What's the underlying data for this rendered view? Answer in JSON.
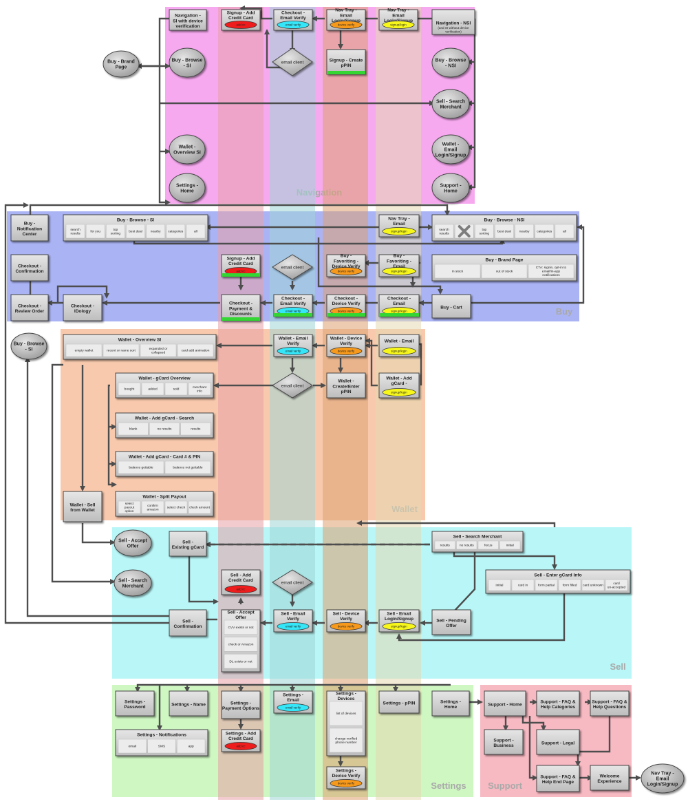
{
  "sections": [
    {
      "id": "nav",
      "label": "Navigation",
      "color": "#f7a9f0"
    },
    {
      "id": "buy",
      "label": "Buy",
      "color": "#aab4f5"
    },
    {
      "id": "wallet",
      "label": "Wallet",
      "color": "#f8c9ad"
    },
    {
      "id": "sell",
      "label": "Sell",
      "color": "#b8f6f7"
    },
    {
      "id": "settings",
      "label": "Settings",
      "color": "#cff7c2"
    },
    {
      "id": "support",
      "label": "Support",
      "color": "#f7b9c2"
    }
  ],
  "columns": [
    "#e7a0a8",
    "#9fd6d6",
    "#dca06f",
    "#e6d9b0"
  ],
  "badges": {
    "green": "#33d633",
    "red": "#ee1c1c",
    "cyan": "#34e6f7",
    "orange": "#f79a1c",
    "yellow": "#f7f71c"
  },
  "nodes": {
    "n_nav_si": {
      "title": "Navigation - SI with device verification",
      "sub": "",
      "badge": ""
    },
    "n_signup_cc": {
      "title": "Signup - Add Credit Card",
      "badge": "red",
      "badge_text": "add cc"
    },
    "n_checkout_ev": {
      "title": "Checkout - Email Verify",
      "badge": "cyan",
      "badge_text": "email verify"
    },
    "n_navtray_ls": {
      "title": "Nav Tray - Email Login/Signup",
      "badge": "orange",
      "badge_text": "device verify"
    },
    "n_navtray_ls2": {
      "title": "Nav Tray - Email Login/Signup",
      "badge": "yellow",
      "badge_text": "signup/login"
    },
    "n_nav_nsi": {
      "title": "Navigation - NSI",
      "sub": "(and SI without device verification)"
    },
    "n_signup_pin": {
      "title": "Signup - Create pPIN"
    },
    "email_client_1": {
      "title": "email client"
    },
    "o_buy_brand": {
      "title": "Buy - Brand Page"
    },
    "o_buy_browse_si": {
      "title": "Buy - Browse - SI"
    },
    "o_buy_browse_nsi": {
      "title": "Buy - Browse - NSI"
    },
    "o_sell_search": {
      "title": "Sell - Search Merchant"
    },
    "o_wallet_ov": {
      "title": "Wallet - Overview SI"
    },
    "o_wallet_email": {
      "title": "Wallet - Email Login/Signup"
    },
    "o_settings_home": {
      "title": "Settings - Home"
    },
    "o_support_home": {
      "title": "Support - Home"
    },
    "b_notif": {
      "title": "Buy - Notification Center"
    },
    "b_browse_si": {
      "title": "Buy - Browse - SI",
      "cells": [
        "search results",
        "for you",
        "top sorting",
        "best deal",
        "nearby",
        "categories",
        "all"
      ]
    },
    "b_navtray": {
      "title": "Nav Tray - Email",
      "badge": "yellow",
      "badge_text": "signup/login"
    },
    "b_browse_nsi": {
      "title": "Buy - Browse - NSI",
      "cells": [
        "search results",
        "",
        "top sorting",
        "best deal",
        "nearby",
        "categories",
        "all"
      ]
    },
    "b_conf": {
      "title": "Checkout - Confirmation"
    },
    "b_signup_cc": {
      "title": "Signup - Add Credit Card",
      "badge": "red",
      "badge_text": "add cc"
    },
    "email_client_2": {
      "title": "email client"
    },
    "b_fav_dv": {
      "title": "Buy - Favoriting - Device Verify",
      "badge": "orange",
      "badge_text": "device verify"
    },
    "b_fav_email": {
      "title": "Buy - Favoriting - Email",
      "badge": "yellow",
      "badge_text": "signup/login"
    },
    "b_brand": {
      "title": "Buy - Brand Page",
      "cells": [
        "in stock",
        "out of stock",
        "CTA: signin, opt-in to email/in-app notifications"
      ]
    },
    "b_review": {
      "title": "Checkout - Review Order"
    },
    "b_idology": {
      "title": "Checkout - IDology"
    },
    "b_payment": {
      "title": "Checkout - Payment & Discounts"
    },
    "b_email_verify": {
      "title": "Checkout - Email Verify",
      "badge": "cyan",
      "badge_text": "email verify"
    },
    "b_device_verify": {
      "title": "Checkout - Device Verify",
      "badge": "orange",
      "badge_text": "device verify"
    },
    "b_checkout_email": {
      "title": "Checkout - Email",
      "badge": "yellow",
      "badge_text": "signup/login"
    },
    "b_cart": {
      "title": "Buy - Cart"
    },
    "o_buy_browse_si2": {
      "title": "Buy - Browse - SI"
    },
    "w_overview": {
      "title": "Wallet - Overview SI",
      "cells": [
        "empty wallet",
        "recent or name sort",
        "expanded or collapsed",
        "card add animation"
      ]
    },
    "w_email_verify": {
      "title": "Wallet - Email Verify",
      "badge": "cyan",
      "badge_text": "email verify"
    },
    "w_device_verify": {
      "title": "Wallet - Device Verify",
      "badge": "orange",
      "badge_text": "device verify"
    },
    "w_email": {
      "title": "Wallet - Email",
      "badge": "yellow",
      "badge_text": "signup/login"
    },
    "w_gcard_ov": {
      "title": "Wallet - gCard Overview",
      "cells": [
        "bought",
        "added",
        "sold",
        "merchant info"
      ]
    },
    "email_client_3": {
      "title": "email client"
    },
    "w_pin": {
      "title": "Wallet - Create/Enter pPIN"
    },
    "w_add_gcard": {
      "title": "Wallet - Add gCard -",
      "badge": "yellow",
      "badge_text": "signup/login"
    },
    "w_add_search": {
      "title": "Wallet - Add gCard - Search",
      "cells": [
        "blank",
        "no results",
        "results"
      ]
    },
    "w_add_pin": {
      "title": "Wallet - Add gCard - Card # & PIN",
      "cells": [
        "balance gettable",
        "balance not gettable"
      ]
    },
    "w_sell": {
      "title": "Wallet - Sell from Wallet"
    },
    "w_split": {
      "title": "Wallet - Split Payout",
      "cells": [
        "select payout option",
        "confirm amazon",
        "select check",
        "check amount"
      ]
    },
    "s_accept_oval": {
      "title": "Sell - Accept Offer"
    },
    "s_existing": {
      "title": "Sell - Existing gCard"
    },
    "s_search": {
      "title": "Sell - Search Merchant",
      "cells": [
        "results",
        "no results",
        "focus",
        "initial"
      ]
    },
    "s_search_oval": {
      "title": "Sell - Search Merchant"
    },
    "s_add_cc": {
      "title": "Sell - Add Credit Card",
      "badge": "red",
      "badge_text": "add cc"
    },
    "email_client_4": {
      "title": "email client"
    },
    "s_enter": {
      "title": "Sell - Enter gCard Info",
      "cells": [
        "initial",
        "card in",
        "form partial",
        "form filled",
        "card unknown",
        "card un-accepted"
      ]
    },
    "s_confirm": {
      "title": "Sell - Confirmation"
    },
    "s_accept": {
      "title": "Sell - Accept Offer",
      "cells": [
        "CVV exists or not",
        "check or Amazon",
        "DL exists or not"
      ]
    },
    "s_email_verify": {
      "title": "Sell - Email Verify",
      "badge": "cyan",
      "badge_text": "email verify"
    },
    "s_device_verify": {
      "title": "Sell - Device Verify",
      "badge": "orange",
      "badge_text": "device verify"
    },
    "s_email_login": {
      "title": "Sell - Email Login/Signup",
      "badge": "yellow",
      "badge_text": "signup/login"
    },
    "s_pending": {
      "title": "Sell - Pending Offer"
    },
    "st_password": {
      "title": "Settings - Password"
    },
    "st_name": {
      "title": "Settings - Name"
    },
    "st_payment": {
      "title": "Settings - Payment Options"
    },
    "st_email": {
      "title": "Settings - Email",
      "badge": "cyan",
      "badge_text": "email verify"
    },
    "st_devices": {
      "title": "Settings - Devices",
      "cells": [
        "list of devices",
        "change verified phone number"
      ]
    },
    "st_ppin": {
      "title": "Settings - pPIN"
    },
    "st_home": {
      "title": "Settings - Home"
    },
    "st_notif": {
      "title": "Settings - Notifications",
      "cells": [
        "email",
        "SMS",
        "app"
      ]
    },
    "st_add_cc": {
      "title": "Settings - Add Credit Card",
      "badge": "red",
      "badge_text": "add cc"
    },
    "st_dev_verify": {
      "title": "Settings - Device Verify",
      "badge": "orange",
      "badge_text": "device verify"
    },
    "sp_home": {
      "title": "Support - Home"
    },
    "sp_faq_cat": {
      "title": "Support - FAQ & Help Categories"
    },
    "sp_faq_q": {
      "title": "Support - FAQ & Help Questions"
    },
    "sp_business": {
      "title": "Support - Business"
    },
    "sp_legal": {
      "title": "Support - Legal"
    },
    "sp_faq_end": {
      "title": "Support - FAQ & Help End Page"
    },
    "sp_welcome": {
      "title": "Welcome Experience"
    },
    "o_navtray_final": {
      "title": "Nav Tray - Email Login/Signup"
    }
  }
}
